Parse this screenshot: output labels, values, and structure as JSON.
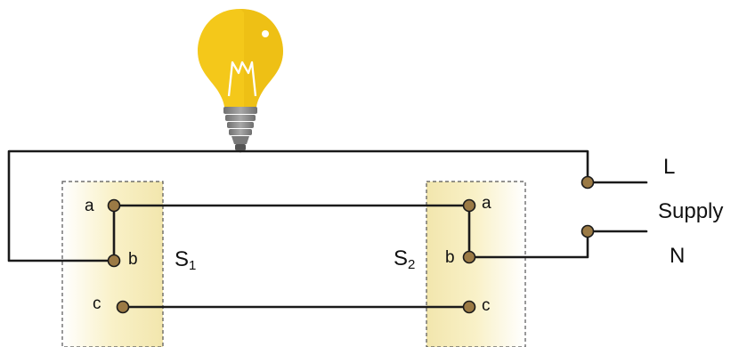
{
  "switch1": {
    "name": "S",
    "subscript": "1",
    "terminals": {
      "a": "a",
      "b": "b",
      "c": "c"
    }
  },
  "switch2": {
    "name": "S",
    "subscript": "2",
    "terminals": {
      "a": "a",
      "b": "b",
      "c": "c"
    }
  },
  "supply": {
    "live": "L",
    "label": "Supply",
    "neutral": "N"
  },
  "colors": {
    "wire": "#1a1a1a",
    "terminal": "#9b7a45",
    "switch_box_fill": "#f7efc4",
    "bulb_glass": "#f4c81a",
    "bulb_base": "#8a8a8a"
  }
}
